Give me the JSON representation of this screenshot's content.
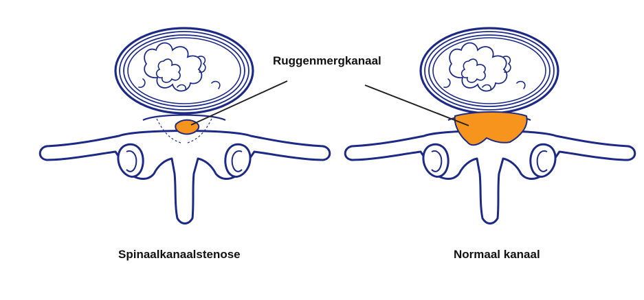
{
  "labels": {
    "spinal_canal": "Ruggenmergkanaal",
    "stenosis": "Spinaalkanaalstenose",
    "normal": "Normaal kanaal"
  },
  "colors": {
    "outline": "#1c2a86",
    "bone_fill": "#ffffff",
    "canal_fill": "#f7941d",
    "pointer_line": "#222222",
    "label_text": "#111111"
  }
}
